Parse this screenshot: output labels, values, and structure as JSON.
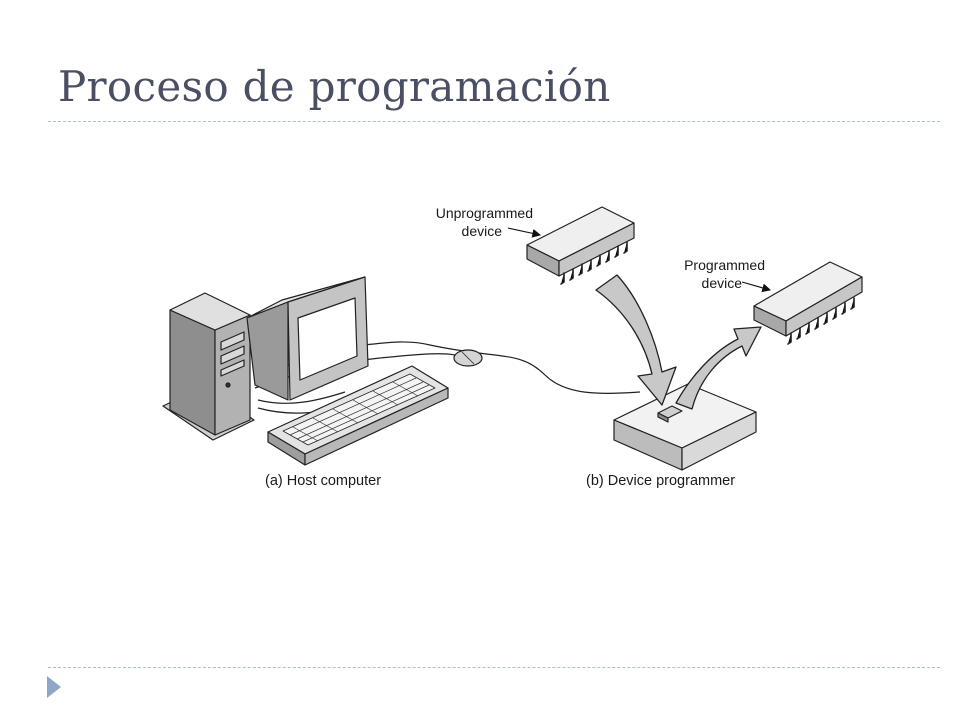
{
  "slide": {
    "title": "Proceso de programación"
  },
  "figure": {
    "label_unprogrammed_1": "Unprogrammed",
    "label_unprogrammed_2": "device",
    "label_programmed_1": "Programmed",
    "label_programmed_2": "device",
    "caption_host": "(a) Host computer",
    "caption_programmer": "(b) Device programmer"
  },
  "nav": {
    "bullet_icon": "triangle-bullet-icon"
  }
}
